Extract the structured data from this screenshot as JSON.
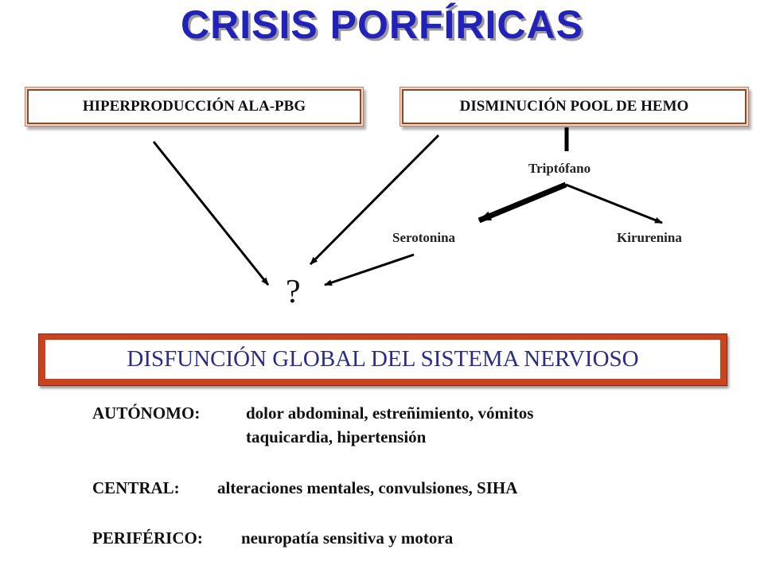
{
  "title": "CRISIS PORFÍRICAS",
  "boxes": {
    "left": "HIPERPRODUCCIÓN ALA-PBG",
    "right": "DISMINUCIÓN POOL DE HEMO"
  },
  "nodes": {
    "triptofano": "Triptófano",
    "serotonina": "Serotonina",
    "kirurenina": "Kirurenina",
    "unknown": "?"
  },
  "main_box": "DISFUNCIÓN  GLOBAL  DEL  SISTEMA  NERVIOSO",
  "details": {
    "autonomo_label": "AUTÓNOMO:",
    "autonomo_line1": "dolor abdominal, estreñimiento, vómitos",
    "autonomo_line2": "taquicardia, hipertensión",
    "central_label": "CENTRAL:",
    "central_text": "alteraciones mentales, convulsiones, SIHA",
    "periferico_label": "PERIFÉRICO:",
    "periferico_text": "neuropatía sensitiva y motora"
  },
  "colors": {
    "title": "#2222bb",
    "frame": "#c8431e",
    "main_text": "#2b2b88",
    "arrow": "#000000"
  }
}
